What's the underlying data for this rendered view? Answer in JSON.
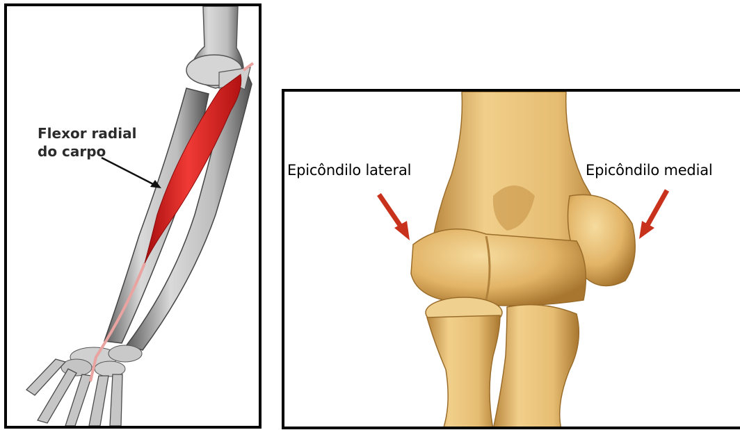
{
  "left_panel": {
    "label_line1": "Flexor radial",
    "label_line2": "do carpo",
    "colors": {
      "muscle": "#e0201e",
      "bone": "#c7c7c7",
      "bone_shadow": "#6f6f6f"
    }
  },
  "right_panel": {
    "label_lateral": "Epicôndilo lateral",
    "label_medial": "Epicôndilo medial",
    "colors": {
      "bone": "#e0b56a",
      "bone_shadow": "#a77832",
      "arrow": "#c8321c"
    }
  }
}
